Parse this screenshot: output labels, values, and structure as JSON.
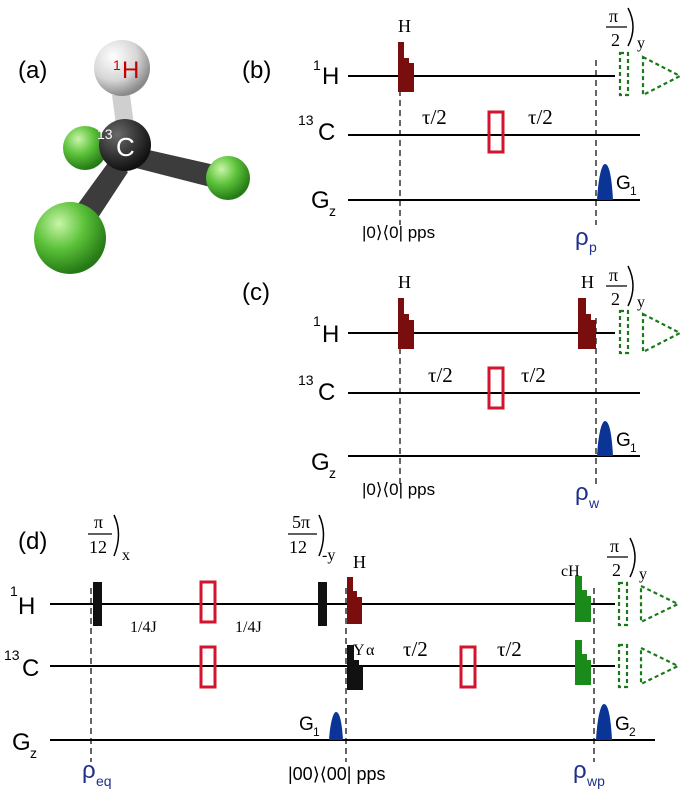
{
  "colors": {
    "hydrogen_pulse": "#7a0d0d",
    "decoupling_box": "#d2142e",
    "gradient": "#0a3596",
    "readout": "#1a7a1a",
    "carbon_pulse": "#1a8a1a",
    "state_label": "#1f2f8c",
    "atom_label_h": "#c40000"
  },
  "molecule": {
    "panel_label": "(a)",
    "h_label": "H",
    "h_mass": "1",
    "c_label": "C",
    "c_mass": "13"
  },
  "panel_b": {
    "label": "(b)",
    "ch1": "H",
    "ch1_mass": "1",
    "ch2": "C",
    "ch2_mass": "13",
    "ch3": "G",
    "ch3_sub": "z",
    "pulse_h": "H",
    "tau_left": "τ/2",
    "tau_right": "τ/2",
    "readout_num": "π",
    "readout_den": "2",
    "readout_axis": "y",
    "grad": "G",
    "grad_sub": "1",
    "pps": "|0⟩⟨0| pps",
    "rho": "ρ",
    "rho_sub": "p"
  },
  "panel_c": {
    "label": "(c)",
    "ch1": "H",
    "ch1_mass": "1",
    "ch2": "C",
    "ch2_mass": "13",
    "ch3": "G",
    "ch3_sub": "z",
    "pulse_h1": "H",
    "pulse_h2": "H",
    "tau_left": "τ/2",
    "tau_right": "τ/2",
    "readout_num": "π",
    "readout_den": "2",
    "readout_axis": "y",
    "grad": "G",
    "grad_sub": "1",
    "pps": "|0⟩⟨0| pps",
    "rho": "ρ",
    "rho_sub": "w"
  },
  "panel_d": {
    "label": "(d)",
    "ch1": "H",
    "ch1_mass": "1",
    "ch2": "C",
    "ch2_mass": "13",
    "ch3": "G",
    "ch3_sub": "z",
    "pulse1_num": "π",
    "pulse1_den": "12",
    "pulse1_axis": "x",
    "pulse2_num": "5π",
    "pulse2_den": "12",
    "pulse2_axis": "-y",
    "pulse_h": "H",
    "pulse_ch": "cH",
    "pulse_y": "Y",
    "pulse_alpha": "α",
    "delay_left": "1/4J",
    "delay_right": "1/4J",
    "tau_left": "τ/2",
    "tau_right": "τ/2",
    "readout_num": "π",
    "readout_den": "2",
    "readout_axis": "y",
    "grad1": "G",
    "grad1_sub": "1",
    "grad2": "G",
    "grad2_sub": "2",
    "pps": "|00⟩⟨00| pps",
    "rho_eq": "ρ",
    "rho_eq_sub": "eq",
    "rho_wp": "ρ",
    "rho_wp_sub": "wp"
  }
}
